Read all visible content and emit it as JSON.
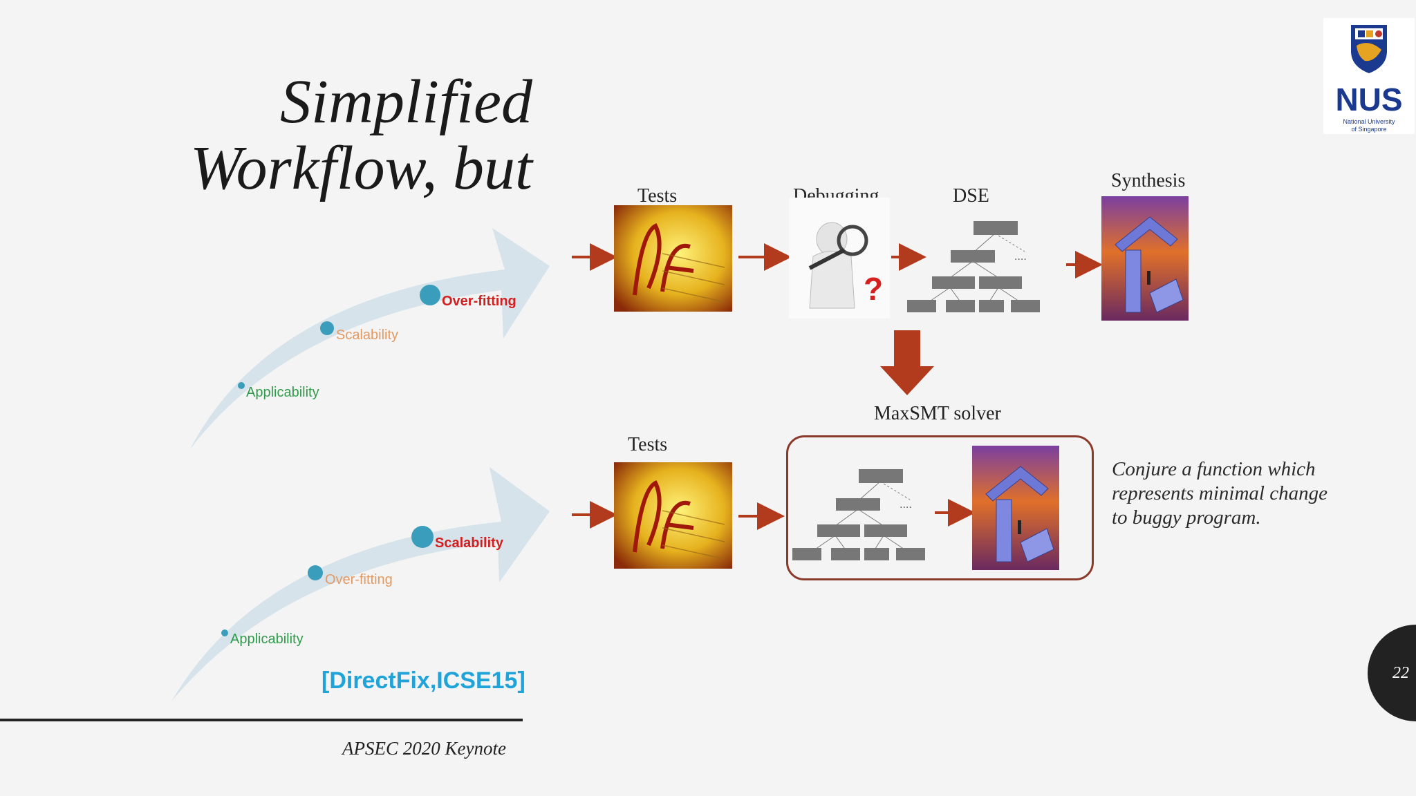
{
  "slide": {
    "title_line1": "Simplified",
    "title_line2": "Workflow, but",
    "page_number": "22",
    "footer": "APSEC 2020 Keynote",
    "citation": "[DirectFix,ICSE15]"
  },
  "logo": {
    "name": "NUS",
    "subtitle_line1": "National University",
    "subtitle_line2": "of Singapore",
    "icon": "university-crest-icon"
  },
  "top_flow": {
    "labels": [
      "Tests",
      "Debugging",
      "DSE",
      "Synthesis"
    ],
    "solver_label": "MaxSMT solver"
  },
  "bottom_flow": {
    "label": "Tests",
    "description": "Conjure a function which represents minimal change to buggy program."
  },
  "top_arrow_points": [
    {
      "text": "Applicability",
      "color": "#2e9a4a"
    },
    {
      "text": "Scalability",
      "color": "#e39a62"
    },
    {
      "text": "Over-fitting",
      "color": "#d21f1f"
    }
  ],
  "bottom_arrow_points": [
    {
      "text": "Applicability",
      "color": "#2e9a4a"
    },
    {
      "text": "Over-fitting",
      "color": "#e39a62"
    },
    {
      "text": "Scalability",
      "color": "#d21f1f"
    }
  ],
  "colors": {
    "arrow_red": "#b23a1d",
    "dot_blue": "#3a9dbb",
    "sweep_arrow": "#d6e3ea",
    "frame_border": "#8a3a2a"
  }
}
